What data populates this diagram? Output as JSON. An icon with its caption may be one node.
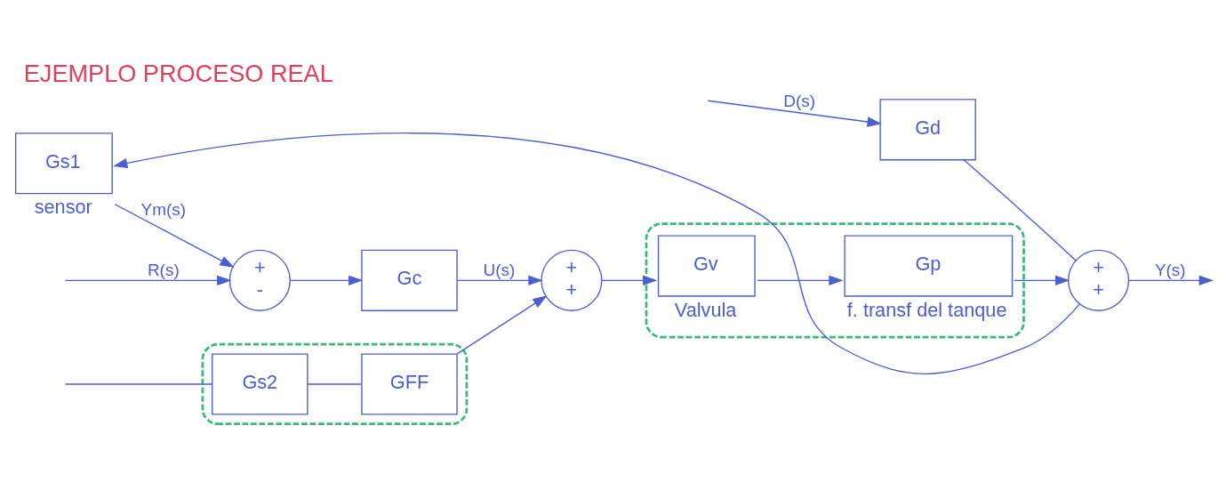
{
  "diagram": {
    "title": "EJEMPLO PROCESO REAL",
    "nodes": [
      {
        "text": [],
        "shape": "box"
      },
      {
        "text": [
          "GFF"
        ],
        "in": 0
      },
      {
        "text": [
          "Gs2"
        ],
        "in": 0
      },
      {
        "text": [
          "+",
          "-"
        ]
      },
      {
        "text": [
          "Gc"
        ]
      },
      {
        "text": [
          "+",
          "+"
        ]
      },
      {
        "text": [],
        "shape": "box"
      },
      {
        "text": [
          "Gv"
        ],
        "in": 6,
        "beside": [
          "Valvula"
        ]
      },
      {
        "text": [
          "Gp"
        ],
        "in": 6,
        "beside": [
          "f. transf del tanque"
        ]
      },
      {
        "text": [
          "Gd"
        ]
      },
      {
        "text": [
          "+",
          "+"
        ]
      },
      {
        "text": [
          "Gs1"
        ],
        "beside": [
          "sensor"
        ]
      }
    ],
    "edges": [
      {
        "from": null,
        "to": 3,
        "arrow": "to",
        "label": "R(s)"
      },
      {
        "from": 3,
        "to": 4,
        "arrow": "to"
      },
      {
        "from": 4,
        "to": 5,
        "arrow": "to",
        "label": "U(s)"
      },
      {
        "from": 1,
        "to": 5,
        "arrow": "to"
      },
      {
        "from": 2,
        "to": 1,
        "arrow": "none"
      },
      {
        "from": null,
        "to": 2,
        "arrow": "none"
      },
      {
        "from": null,
        "to": 9,
        "arrow": "to",
        "label": "D(s)"
      },
      {
        "from": 5,
        "to": 7,
        "arrow": "to"
      },
      {
        "from": 7,
        "to": 8,
        "arrow": "to"
      },
      {
        "from": 8,
        "to": 10,
        "arrow": "to"
      },
      {
        "from": 9,
        "to": 10,
        "arrow": "none"
      },
      {
        "from": 10,
        "to": null,
        "arrow": "to",
        "label": "Y(s)"
      },
      {
        "from": 10,
        "to": 11,
        "arrow": "to"
      },
      {
        "from": 11,
        "to": 3,
        "arrow": "to",
        "label": "Ym(s)"
      }
    ]
  }
}
